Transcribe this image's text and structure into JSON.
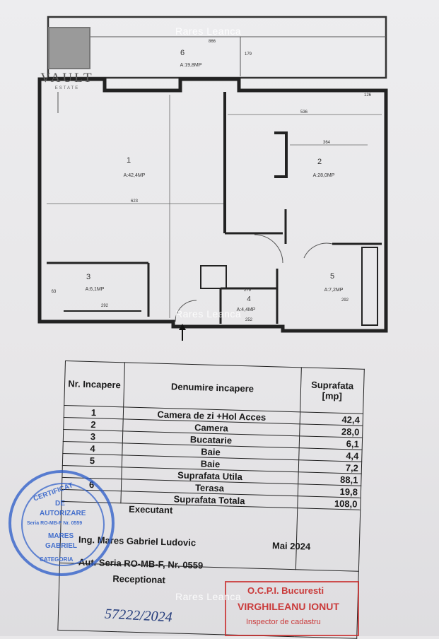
{
  "watermark": "Rares Leanca",
  "logo": {
    "name": "VAULT",
    "sub": "ESTATE"
  },
  "plan": {
    "rooms": [
      {
        "no": "1",
        "area": "A:42,4MP"
      },
      {
        "no": "2",
        "area": "A:28,0MP"
      },
      {
        "no": "3",
        "area": "A:6,1MP"
      },
      {
        "no": "4",
        "area": "A:4,4MP"
      },
      {
        "no": "5",
        "area": "A:7,2MP"
      },
      {
        "no": "6",
        "area": "A:19,8MP"
      }
    ],
    "dims": {
      "terrace_len": "866",
      "terrace_h": "179",
      "d536": "536",
      "d364": "364",
      "d623": "623",
      "d292a": "292",
      "d292b": "292",
      "d279": "279",
      "d252": "252",
      "d126": "126",
      "d63": "63"
    }
  },
  "table": {
    "headers": {
      "nr": "Nr. Incapere",
      "name": "Denumire incapere",
      "area": "Suprafata [mp]"
    },
    "rows": [
      {
        "nr": "1",
        "name": "Camera de zi +Hol Acces",
        "area": "42,4"
      },
      {
        "nr": "2",
        "name": "Camera",
        "area": "28,0"
      },
      {
        "nr": "3",
        "name": "Bucatarie",
        "area": "6,1"
      },
      {
        "nr": "4",
        "name": "Baie",
        "area": "4,4"
      },
      {
        "nr": "5",
        "name": "Baie",
        "area": "7,2"
      },
      {
        "nr": "",
        "name": "Suprafata Utila",
        "area": "88,1"
      },
      {
        "nr": "6",
        "name": "Terasa",
        "area": "19,8"
      },
      {
        "nr": "",
        "name": "Suprafata Totala",
        "area": "108,0"
      }
    ],
    "executant_label": "Executant",
    "engineer": "Ing. Mares Gabriel Ludovic",
    "authorization": "Aut. Seria RO-MB-F, Nr. 0559",
    "date": "Mai 2024",
    "receptionat_label": "Receptionat",
    "registration": "57222/2024"
  },
  "stamp_blue": {
    "line1": "CERTIFICAT",
    "line2": "DE",
    "line3": "AUTORIZARE",
    "line4": "Seria RO-MB-F Nr. 0559",
    "line5": "MARES",
    "line6": "GABRIEL",
    "line7": "CATEGORIA"
  },
  "stamp_red": {
    "line1": "O.C.P.I. Bucuresti",
    "line2": "VIRGHILEANU IONUT",
    "line3": "Inspector de cadastru"
  }
}
